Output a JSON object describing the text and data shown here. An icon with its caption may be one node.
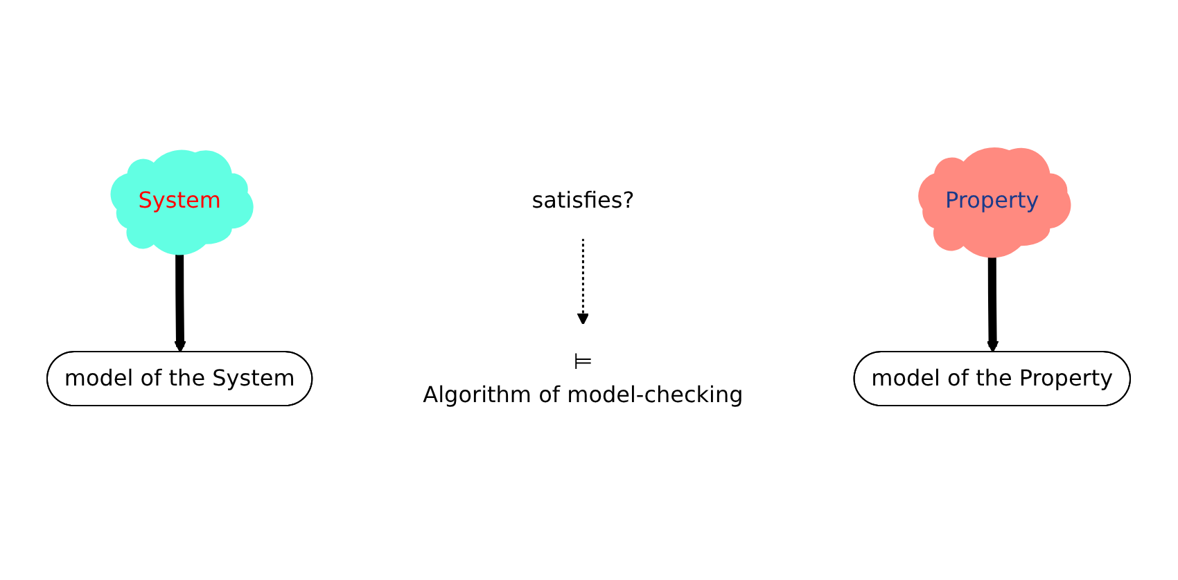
{
  "diagram": {
    "nodes": [
      {
        "text": [
          "System"
        ]
      },
      {
        "text": [
          "model of the System"
        ]
      },
      {
        "text": [
          "satisfies?"
        ]
      },
      {
        "text": [
          "⊨",
          "Algorithm of model-checking"
        ]
      },
      {
        "text": [
          "Property"
        ]
      },
      {
        "text": [
          "model of the Property"
        ]
      }
    ],
    "edges": [
      {
        "from": 0,
        "to": 1,
        "arrow": "to"
      },
      {
        "from": 2,
        "to": 3,
        "arrow": "to",
        "style": "dashed"
      },
      {
        "from": 4,
        "to": 5,
        "arrow": "to"
      }
    ]
  }
}
